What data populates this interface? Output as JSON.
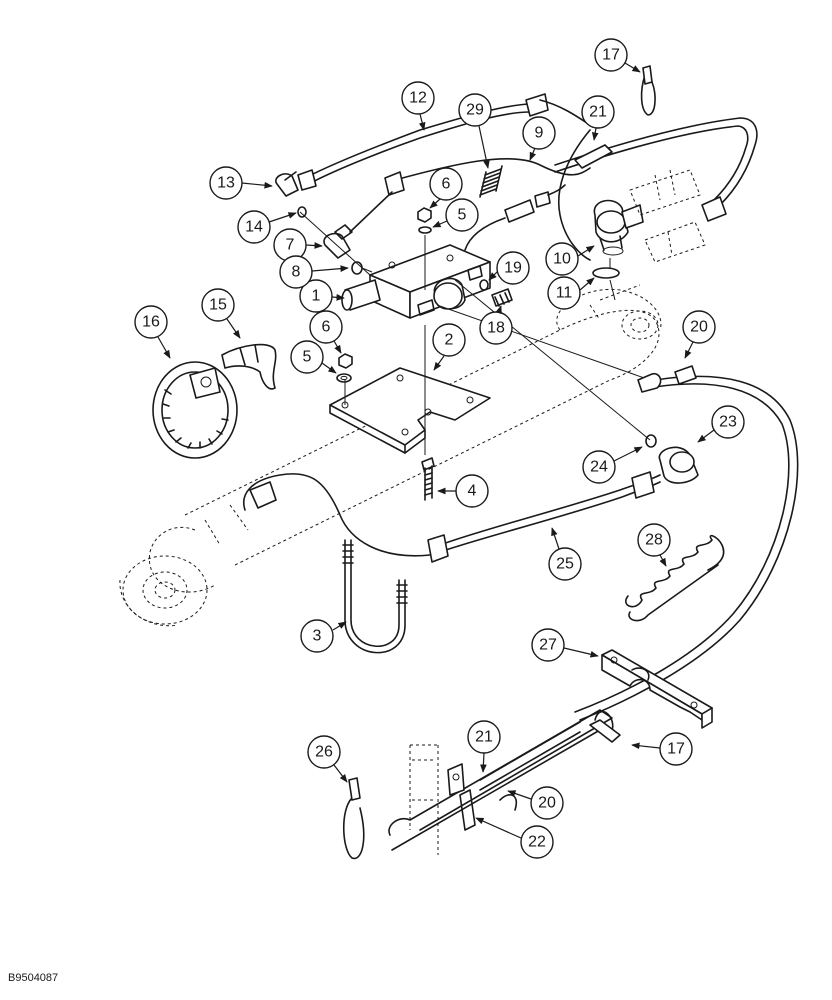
{
  "figure_code": "B9504087",
  "callouts": [
    {
      "id": "c1",
      "label": "1"
    },
    {
      "id": "c2",
      "label": "2"
    },
    {
      "id": "c3",
      "label": "3"
    },
    {
      "id": "c4",
      "label": "4"
    },
    {
      "id": "c5a",
      "label": "5"
    },
    {
      "id": "c5b",
      "label": "5"
    },
    {
      "id": "c6a",
      "label": "6"
    },
    {
      "id": "c6b",
      "label": "6"
    },
    {
      "id": "c7",
      "label": "7"
    },
    {
      "id": "c8",
      "label": "8"
    },
    {
      "id": "c9",
      "label": "9"
    },
    {
      "id": "c10",
      "label": "10"
    },
    {
      "id": "c11",
      "label": "11"
    },
    {
      "id": "c12",
      "label": "12"
    },
    {
      "id": "c13",
      "label": "13"
    },
    {
      "id": "c14",
      "label": "14"
    },
    {
      "id": "c15",
      "label": "15"
    },
    {
      "id": "c16",
      "label": "16"
    },
    {
      "id": "c17a",
      "label": "17"
    },
    {
      "id": "c17b",
      "label": "17"
    },
    {
      "id": "c18",
      "label": "18"
    },
    {
      "id": "c19",
      "label": "19"
    },
    {
      "id": "c20a",
      "label": "20"
    },
    {
      "id": "c20b",
      "label": "20"
    },
    {
      "id": "c21a",
      "label": "21"
    },
    {
      "id": "c21b",
      "label": "21"
    },
    {
      "id": "c22",
      "label": "22"
    },
    {
      "id": "c23",
      "label": "23"
    },
    {
      "id": "c24",
      "label": "24"
    },
    {
      "id": "c25",
      "label": "25"
    },
    {
      "id": "c26",
      "label": "26"
    },
    {
      "id": "c27",
      "label": "27"
    },
    {
      "id": "c28",
      "label": "28"
    },
    {
      "id": "c29",
      "label": "29"
    }
  ]
}
